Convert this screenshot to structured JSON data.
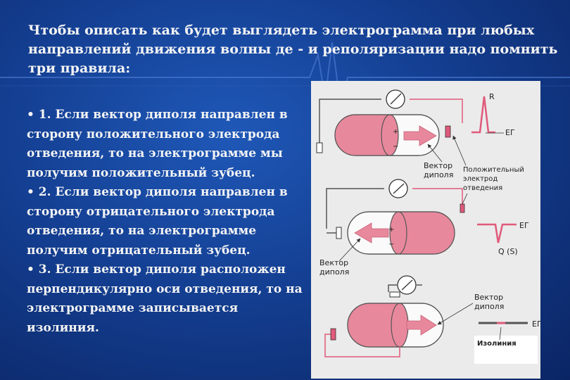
{
  "title": "Чтобы описать как будет выглядеть электрограмма при любых направлений движения волны де - и реполяризации надо помнить три правила:",
  "rules": [
    "• 1. Если вектор диполя направлен в сторону положительного электрода отведения, то на электрограмме мы получим положительный зубец.",
    "• 2. Если вектор диполя направлен в сторону отрицательного электрода отведения, то на электрограмме получим отрицательный зубец.",
    "• 3. Если вектор диполя расположен перпендикулярно оси отведения, то на электрограмме записывается изолиния."
  ],
  "diagram": {
    "panel1": {
      "wave_label": "R",
      "eg_label": "ЕГ",
      "vector_label_1": "Вектор",
      "vector_label_2": "диполя",
      "electrode_label_1": "Положительный",
      "electrode_label_2": "электрод",
      "electrode_label_3": "отведения"
    },
    "panel2": {
      "eg_label": "ЕГ",
      "wave_label": "Q (S)",
      "vector_label_1": "Вектор",
      "vector_label_2": "диполя"
    },
    "panel3": {
      "vector_label_1": "Вектор",
      "vector_label_2": "диполя",
      "eg_label": "ЕГ",
      "isoline_label": "Изолиния"
    },
    "signs": {
      "plus": "+",
      "minus": "−"
    }
  },
  "colors": {
    "background": "#143f92",
    "text": "#f4f4f4",
    "panel": "#ebebeb",
    "tissue_pink": "#e8889c",
    "line_pink": "#e05a7a"
  }
}
